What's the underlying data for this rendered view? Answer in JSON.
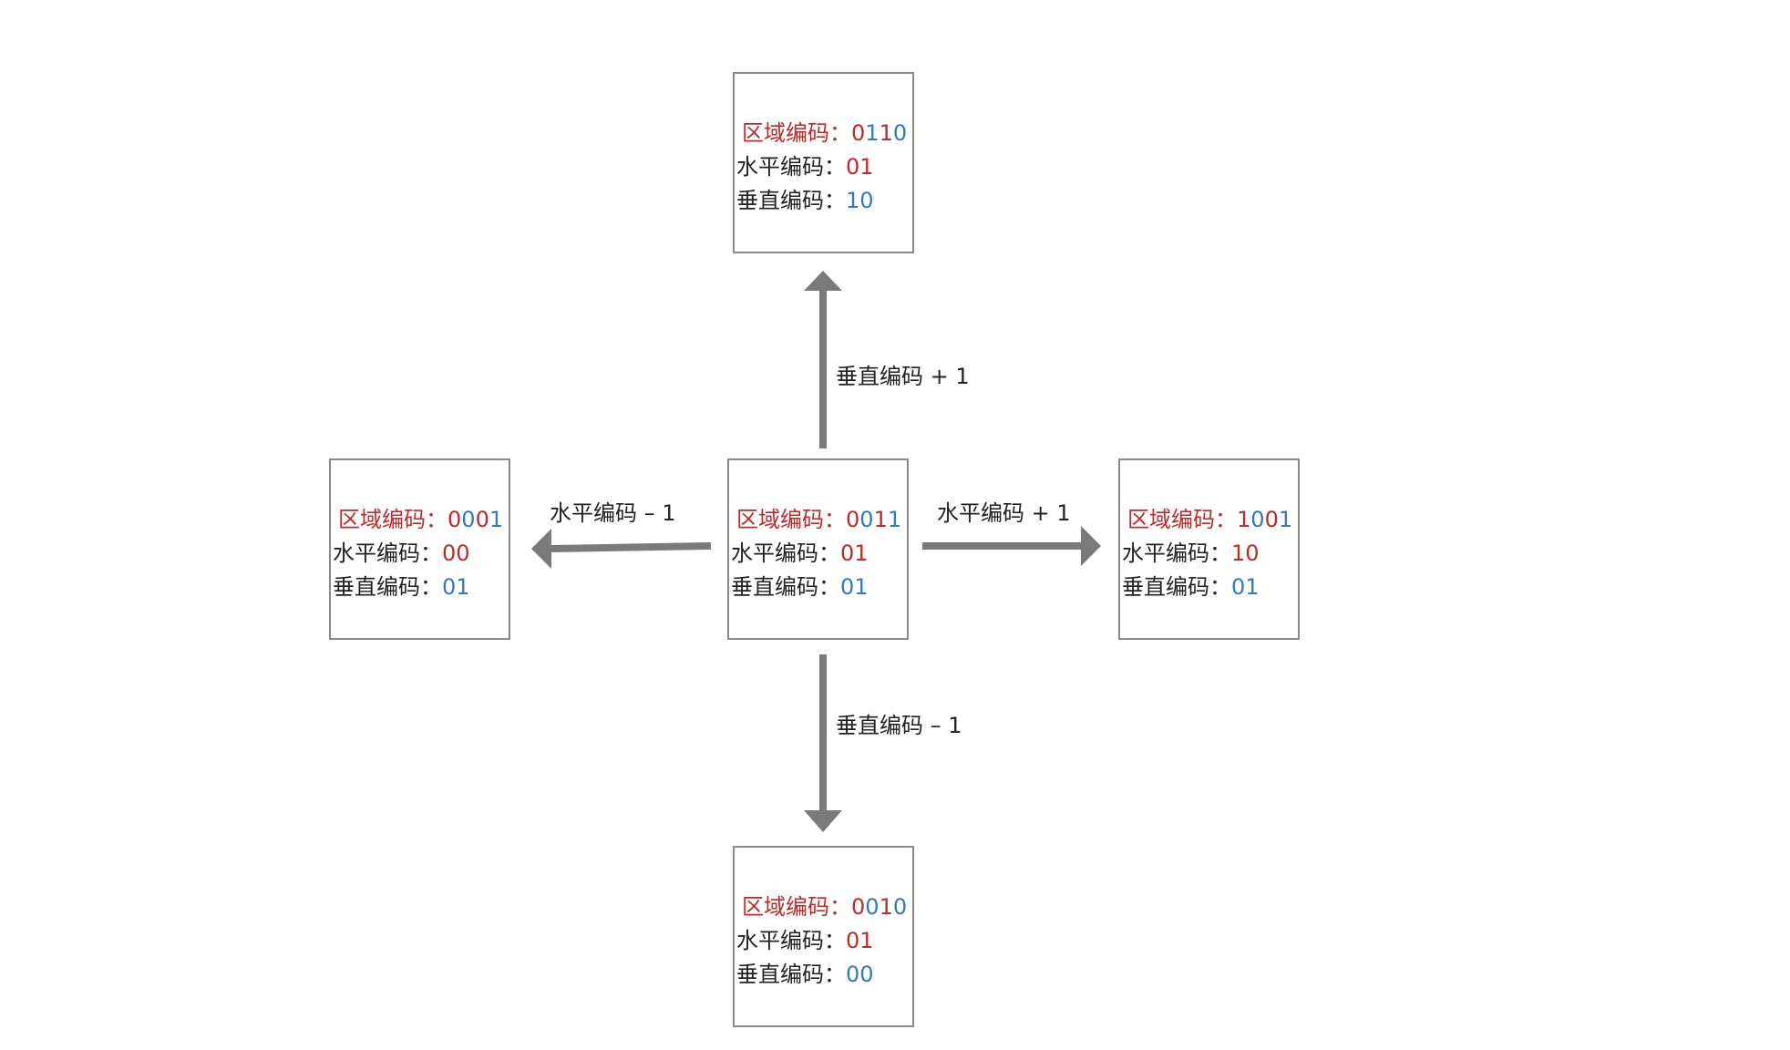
{
  "colors": {
    "region_label": "#c62828",
    "horizontal_bits": "#c62828",
    "vertical_bits": "#2f79c6",
    "text": "#222222",
    "box_border": "#8a8a8a",
    "arrow": "#7a7a7a"
  },
  "nodes": {
    "top": {
      "region_label": "区域编码：",
      "region_bits": [
        "0",
        "1",
        "1",
        "0"
      ],
      "horizontal_label": "水平编码：",
      "horizontal_value": "01",
      "vertical_label": "垂直编码：",
      "vertical_value": "10"
    },
    "left": {
      "region_label": "区域编码：",
      "region_bits": [
        "0",
        "0",
        "0",
        "1"
      ],
      "horizontal_label": "水平编码：",
      "horizontal_value": "00",
      "vertical_label": "垂直编码：",
      "vertical_value": "01"
    },
    "center": {
      "region_label": "区域编码：",
      "region_bits": [
        "0",
        "0",
        "1",
        "1"
      ],
      "horizontal_label": "水平编码：",
      "horizontal_value": "01",
      "vertical_label": "垂直编码：",
      "vertical_value": "01"
    },
    "right": {
      "region_label": "区域编码：",
      "region_bits": [
        "1",
        "0",
        "0",
        "1"
      ],
      "horizontal_label": "水平编码：",
      "horizontal_value": "10",
      "vertical_label": "垂直编码：",
      "vertical_value": "01"
    },
    "bottom": {
      "region_label": "区域编码：",
      "region_bits": [
        "0",
        "0",
        "1",
        "0"
      ],
      "horizontal_label": "水平编码：",
      "horizontal_value": "01",
      "vertical_label": "垂直编码：",
      "vertical_value": "00"
    }
  },
  "edges": {
    "up": "垂直编码 + 1",
    "down": "垂直编码 – 1",
    "left": "水平编码 – 1",
    "right": "水平编码 + 1"
  }
}
